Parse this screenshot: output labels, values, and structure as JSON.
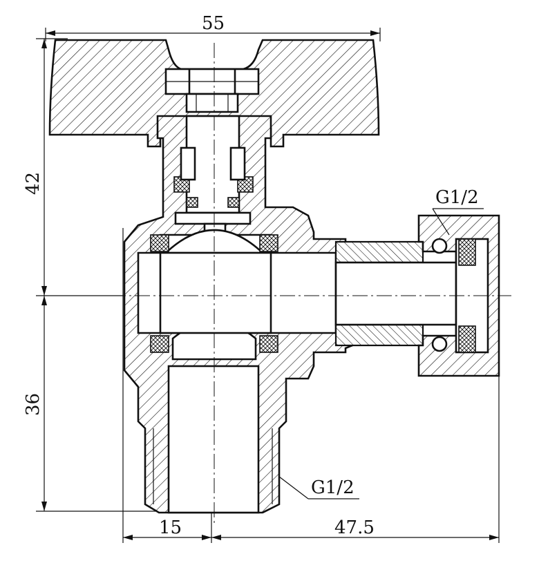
{
  "dimensions": {
    "top_width": "55",
    "upper_height": "42",
    "lower_height": "36",
    "bottom_left": "15",
    "bottom_right": "47.5"
  },
  "thread_labels": {
    "outlet": "G1/2",
    "inlet": "G1/2"
  },
  "colors": {
    "line": "#111111",
    "background": "#ffffff"
  }
}
